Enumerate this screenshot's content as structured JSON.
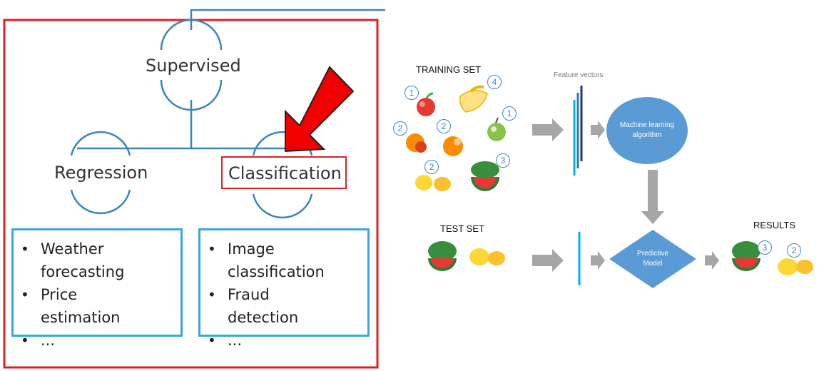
{
  "left_panel": {
    "root": "Supervised",
    "branches": [
      {
        "label": "Regression",
        "examples": [
          "Weather forecasting",
          "Price estimation",
          "..."
        ]
      },
      {
        "label": "Classification",
        "examples": [
          "Image classification",
          "Fraud detection",
          "..."
        ]
      }
    ],
    "highlight_color": "#e02020",
    "line_color": "#3a86b8",
    "box_color": "#39a7d8"
  },
  "pipeline": {
    "training_set_label": "TRAINING SET",
    "test_set_label": "TEST SET",
    "results_label": "RESULTS",
    "feature_vectors_label": "Feature vectors",
    "algorithm_label": "Machine learning algorithm",
    "model_label": "Predictive Model",
    "training_badges": [
      "1",
      "4",
      "2",
      "2",
      "1",
      "2",
      "3"
    ],
    "result_badges": [
      "3",
      "2"
    ],
    "node_color": "#5b9bd5",
    "arrow_color": "#a6a6a6"
  }
}
